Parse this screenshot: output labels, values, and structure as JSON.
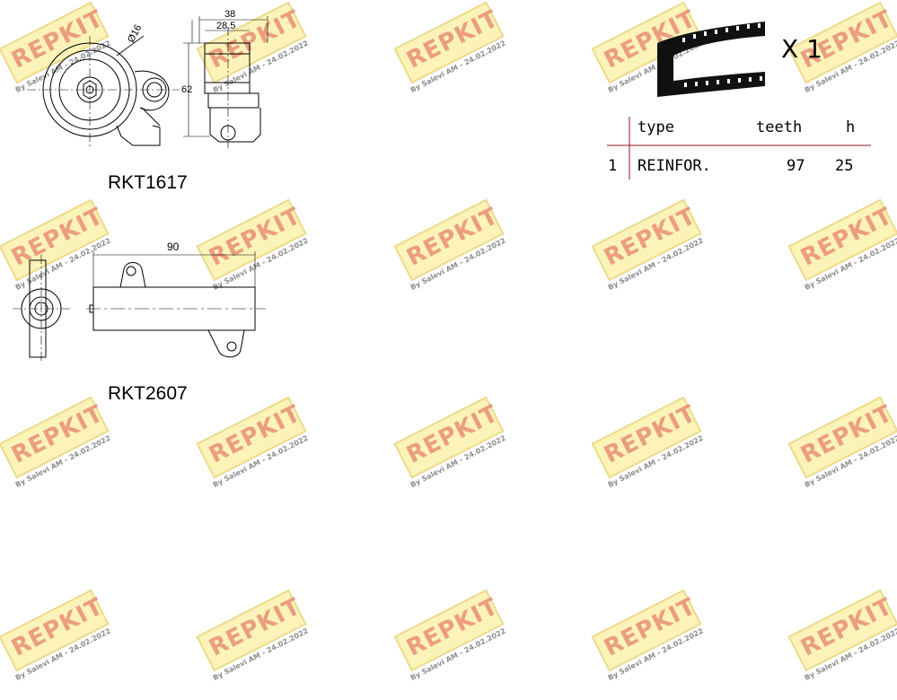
{
  "watermark": {
    "brand": "REPKIT",
    "subtitle": "By Salevi AM - 24.02.2022"
  },
  "parts": [
    {
      "label": "RKT1617",
      "dimensions": {
        "width_total": "38",
        "width_inner": "28.5",
        "diameter": "Ø16",
        "height": "62"
      }
    },
    {
      "label": "RKT2607",
      "dimensions": {
        "length": "90"
      }
    }
  ],
  "belt": {
    "quantity": "X 1",
    "table": {
      "headers": {
        "type": "type",
        "teeth": "teeth",
        "h": "h"
      },
      "rows": [
        {
          "index": "1",
          "type": "REINFOR.",
          "teeth": "97",
          "h": "25"
        }
      ]
    }
  }
}
